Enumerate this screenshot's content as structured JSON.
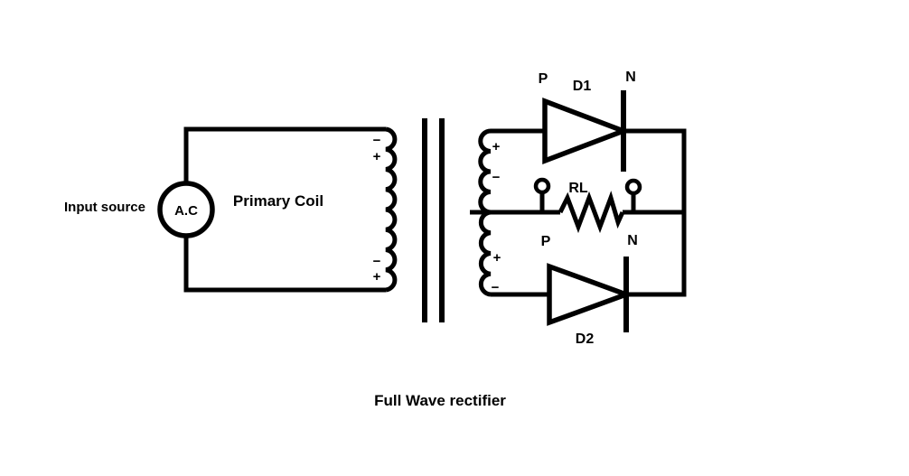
{
  "title": "Full Wave rectifier",
  "colors": {
    "ink": "#000000",
    "background": "#ffffff"
  },
  "source": {
    "label": "Input source",
    "value": "A.C"
  },
  "transformer": {
    "primary_label": "Primary Coil",
    "polarities": {
      "primary_top": [
        "−",
        "+"
      ],
      "primary_bottom": [
        "−",
        "+"
      ],
      "secondary_top": [
        "+",
        "−"
      ],
      "secondary_bottom": [
        "+",
        "−"
      ]
    }
  },
  "diodes": {
    "d1": {
      "name": "D1",
      "anode": "P",
      "cathode": "N"
    },
    "d2": {
      "name": "D2",
      "anode": "P",
      "cathode": "N"
    }
  },
  "load": {
    "name": "RL",
    "left_terminal": "P",
    "right_terminal": "N"
  },
  "caption": "Full Wave rectifier"
}
